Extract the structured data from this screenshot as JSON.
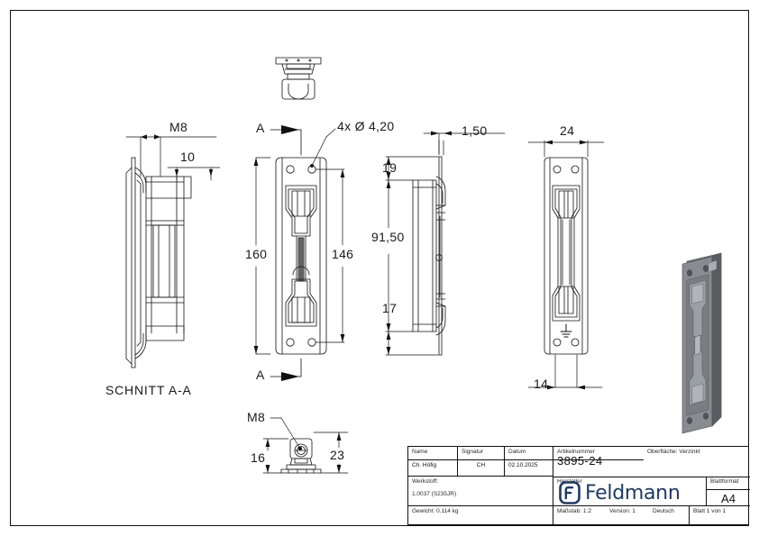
{
  "sheet": {
    "format": "A4",
    "background": "#ffffff",
    "line_color": "#111111",
    "accent_color": "#1f3a63"
  },
  "views": {
    "section_label": "SCHNITT A-A",
    "section_mark_top": "A",
    "section_mark_bottom": "A"
  },
  "dimensions": {
    "left_view": {
      "thread": "M8",
      "depth": "10"
    },
    "front_view": {
      "hole_note": "4x Ø 4,20",
      "overall_length": "160",
      "hole_spacing": "146"
    },
    "side_view": {
      "plate_thickness": "1,50",
      "top_offset": "19",
      "middle_span": "91,50",
      "bottom_offset": "17"
    },
    "back_view": {
      "width": "24",
      "inner_width": "14"
    },
    "detail_view": {
      "thread": "M8",
      "height_left": "16",
      "height_right": "23"
    }
  },
  "titleblock": {
    "headers": {
      "name": "Name",
      "signature": "Signatur",
      "date": "Datum",
      "article_number": "Artikelnummer",
      "surface": "Oberfläche:  Verzinkt",
      "material": "Werkstoff:",
      "manufacturer": "Hersteller",
      "sheet_format": "Blattformat"
    },
    "values": {
      "name": "Ch. Höfig",
      "signature": "CH",
      "date": "02.10.2025",
      "article_number": "3895-24",
      "material": "1.0037 (S235JR)",
      "sheet_format": "A4",
      "weight": "Gewicht: 0.114 kg",
      "scale": "Maßstab: 1:2",
      "version": "Version: 1",
      "language": "Deutsch",
      "sheet_count": "Blatt 1 von 1"
    },
    "logo_text": "Feldmann"
  }
}
